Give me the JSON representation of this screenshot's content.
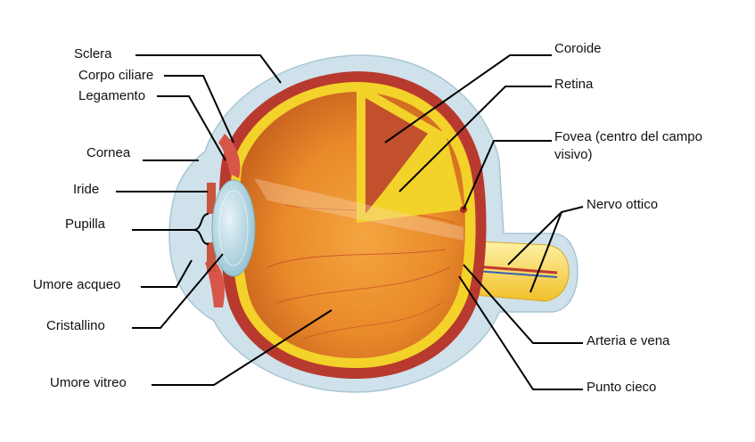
{
  "labels": {
    "sclera": "Sclera",
    "ciliary": "Corpo ciliare",
    "ligament": "Legamento",
    "cornea": "Cornea",
    "iris": "Iride",
    "pupil": "Pupilla",
    "aqueous": "Umore acqueo",
    "lens": "Cristallino",
    "vitreous": "Umore vitreo",
    "choroid": "Coroide",
    "retina": "Retina",
    "fovea_1": "Fovea (centro del campo",
    "fovea_2": "visivo)",
    "optic_nerve": "Nervo ottico",
    "artery_vein": "Arteria e vena",
    "blind_spot": "Punto cieco"
  },
  "colors": {
    "sclera_outer": "#cfe1ea",
    "choroid": "#b83a2e",
    "retina": "#f3d22a",
    "vitreous": "#e9872a",
    "lens": "#b9dbe6"
  }
}
